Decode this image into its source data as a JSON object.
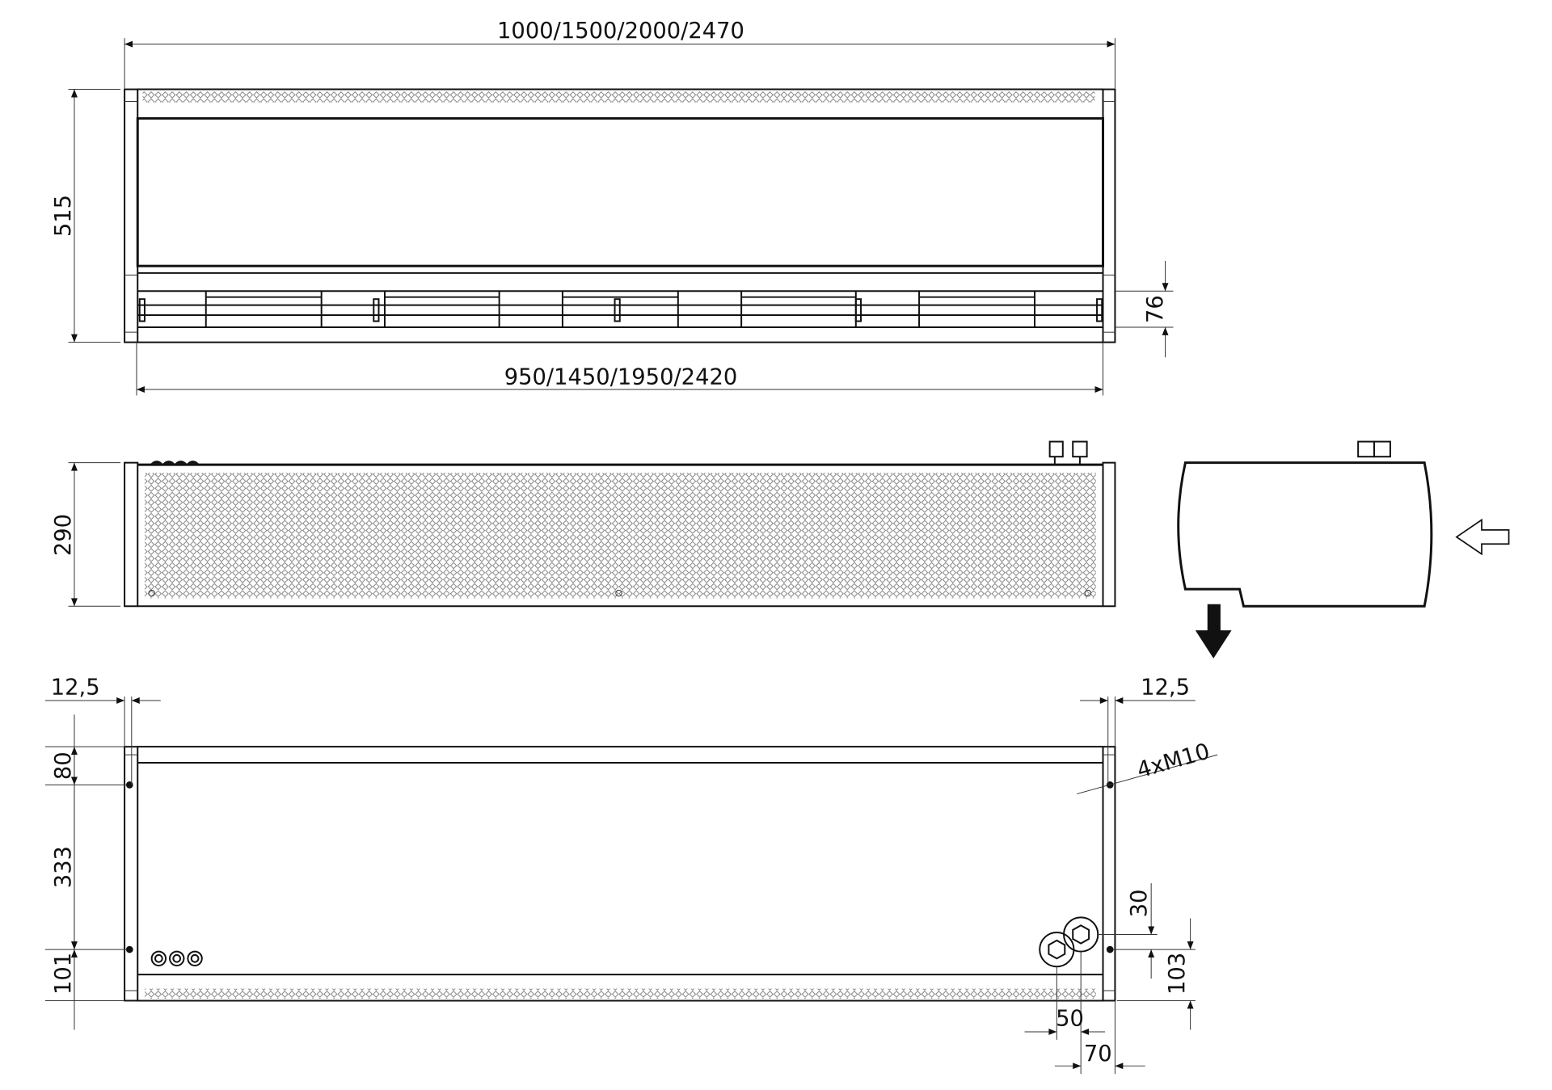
{
  "top_view": {
    "overall_length": "1000/1500/2000/2470",
    "inner_length": "950/1450/1950/2420",
    "height": "515",
    "louver_height": "76"
  },
  "front_view": {
    "height": "290"
  },
  "bottom_view": {
    "left_offset": "12,5",
    "right_offset": "12,5",
    "mount_holes": "4xM10",
    "dim_80": "80",
    "dim_333": "333",
    "dim_101": "101",
    "dim_30": "30",
    "dim_103": "103",
    "dim_50": "50",
    "dim_70": "70"
  },
  "side_view": {
    "intake_arrow_icon": "hollow-arrow-left",
    "outlet_arrow_icon": "solid-arrow-down"
  }
}
